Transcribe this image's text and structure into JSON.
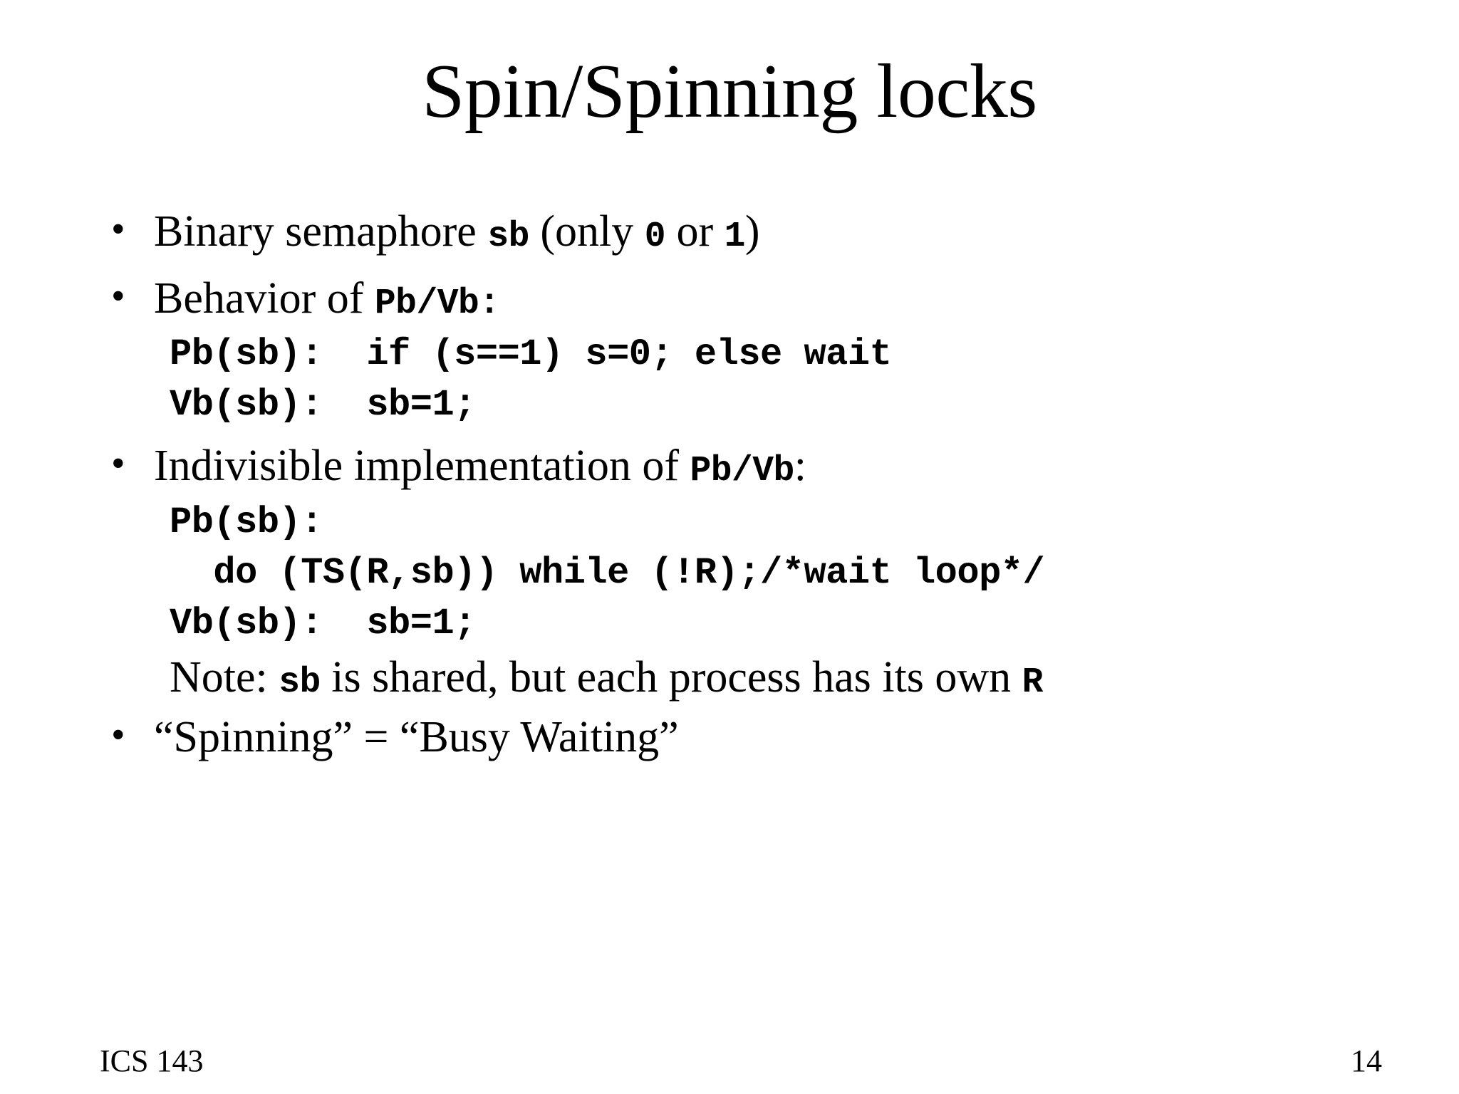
{
  "slide": {
    "title": "Spin/Spinning locks",
    "bullet_glyph": "•",
    "background_color": "#ffffff",
    "text_color": "#000000"
  },
  "content": {
    "bullet1": {
      "prefix": "Binary semaphore ",
      "code1": "sb",
      "middle": " (only ",
      "code2": "0",
      "middle2": " or ",
      "code3": "1",
      "suffix": ")"
    },
    "bullet2": {
      "prefix": "Behavior of ",
      "code1": "Pb/Vb",
      "suffix": ":"
    },
    "code_block1": [
      "Pb(sb):  if (s==1) s=0; else wait",
      "Vb(sb):  sb=1;"
    ],
    "bullet3": {
      "prefix": "Indivisible implementation of ",
      "code1": "Pb/Vb",
      "suffix": ":"
    },
    "code_block2": [
      "Pb(sb):",
      "  do (TS(R,sb)) while (!R);/*wait loop*/",
      "Vb(sb):  sb=1;"
    ],
    "note": {
      "prefix": "Note: ",
      "code1": "sb",
      "middle": " is shared, but each process has its own ",
      "code2": "R"
    },
    "bullet4": {
      "text": "“Spinning” = “Busy Waiting”"
    }
  },
  "footer": {
    "course": "ICS 143",
    "page_number": "14"
  }
}
